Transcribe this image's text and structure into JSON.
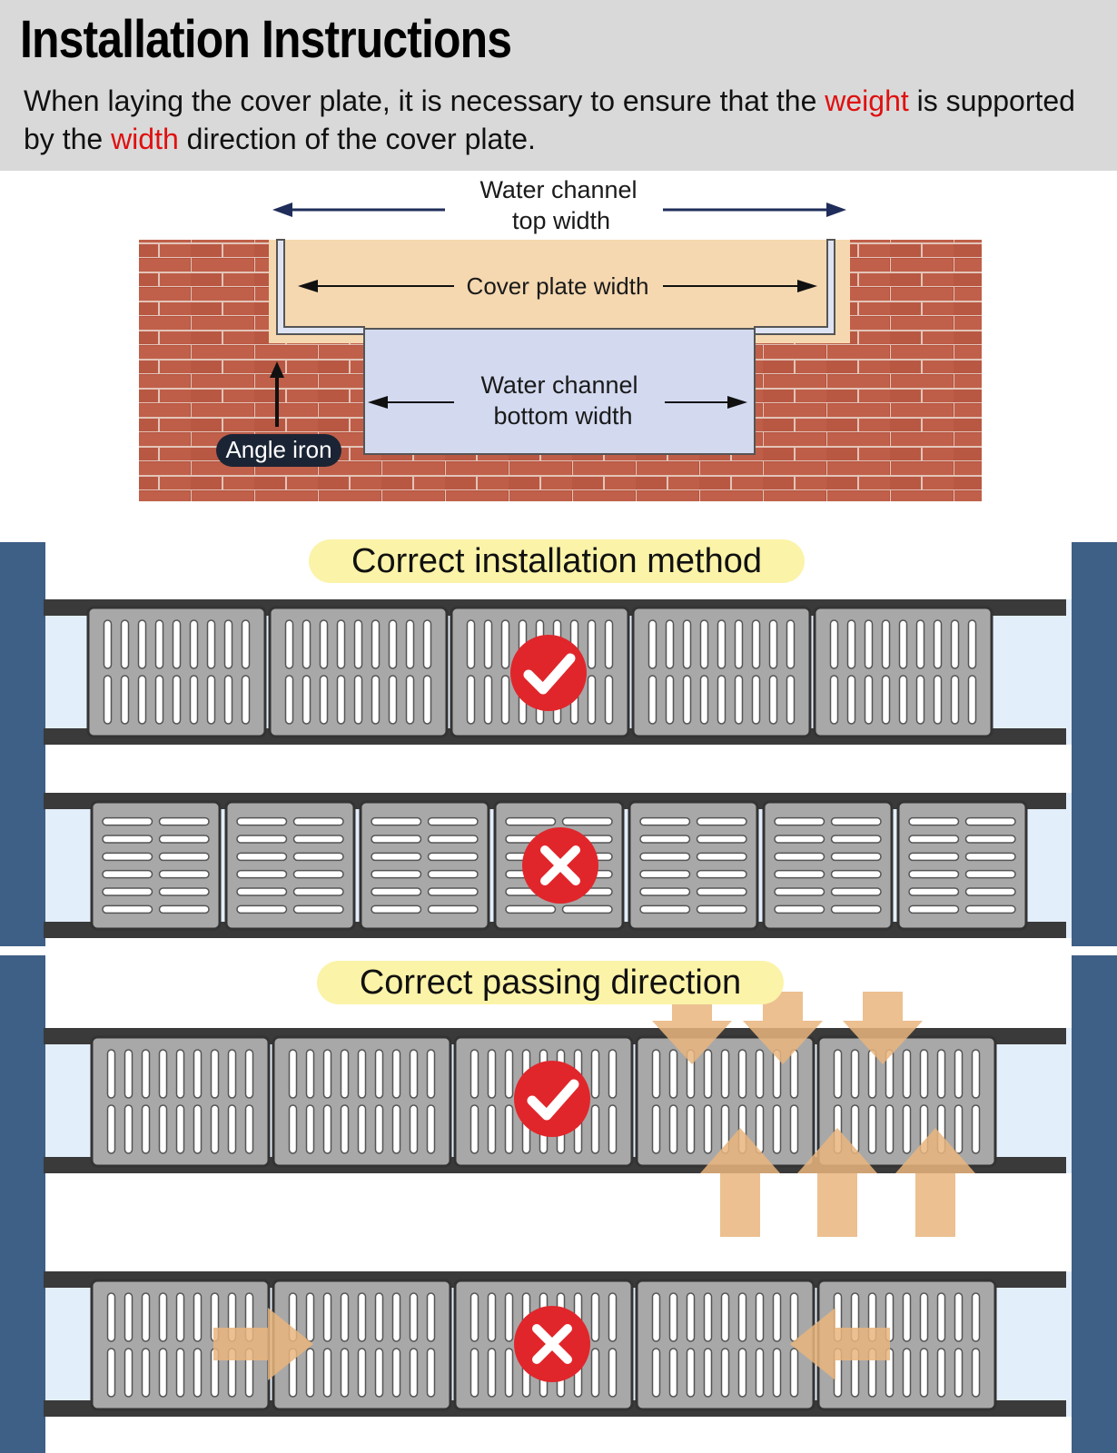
{
  "header": {
    "title": "Installation Instructions",
    "desc_part1": "When laying the cover plate, it is necessary to ensure that the ",
    "desc_highlight1": "weight",
    "desc_part2": " is supported by the ",
    "desc_highlight2": "width",
    "desc_part3": " direction of the cover plate.",
    "highlight_color": "#e01010"
  },
  "cross_section": {
    "top_width_line1": "Water channel",
    "top_width_line2": "top width",
    "cover_plate_width": "Cover plate width",
    "bottom_width_line1": "Water channel",
    "bottom_width_line2": "bottom width",
    "angle_iron": "Angle iron",
    "brick_color": "#b5523e",
    "cover_color": "#f5d8b0",
    "water_color": "#d3daf0"
  },
  "installation": {
    "label": "Correct installation method",
    "correct_mark": "check",
    "wrong_mark": "cross"
  },
  "passing": {
    "label": "Correct passing direction",
    "correct_mark": "check",
    "wrong_mark": "cross"
  },
  "colors": {
    "post": "#3e5f86",
    "rail": "#3a3a3a",
    "grate": "#a8a8a8",
    "check_red": "#e0262b",
    "arrow": "#e9b57c",
    "pill": "#fbf3a8"
  }
}
